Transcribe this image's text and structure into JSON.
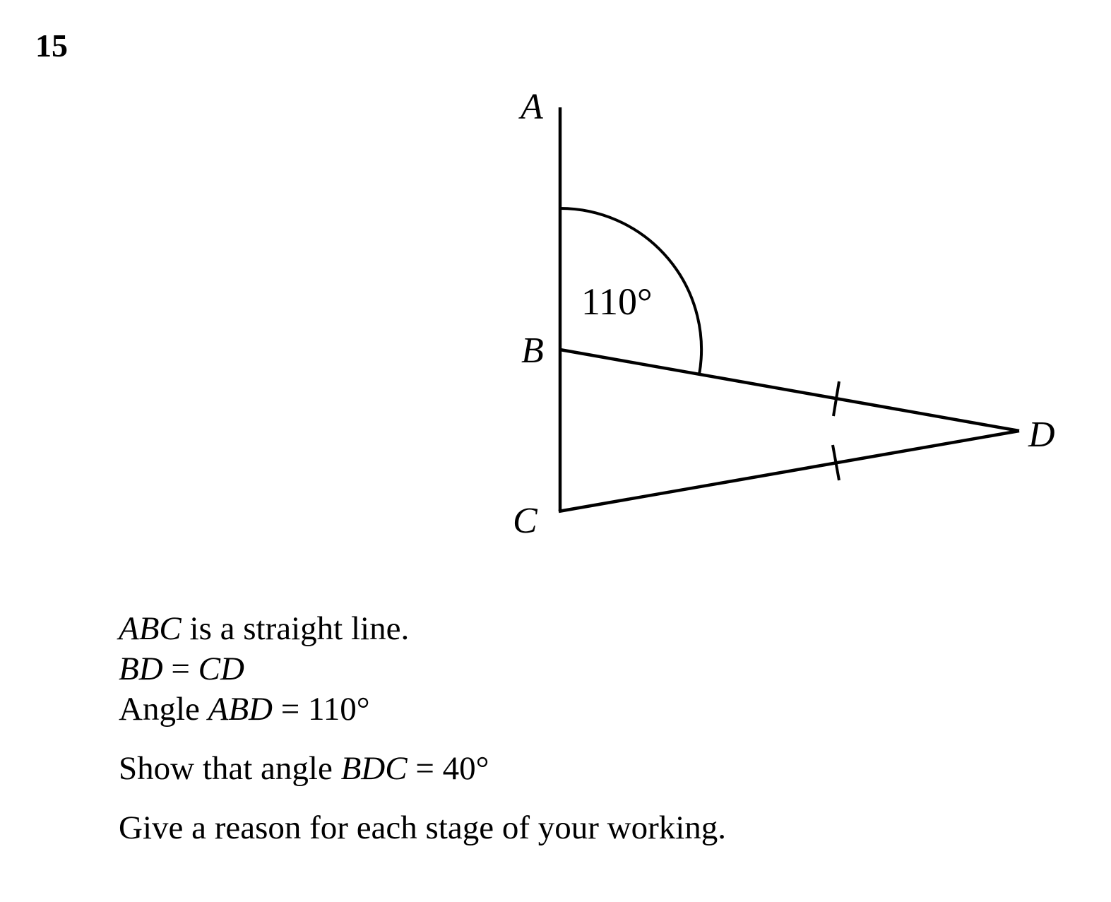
{
  "question": {
    "number": "15"
  },
  "diagram": {
    "vertices": {
      "A": "A",
      "B": "B",
      "C": "C",
      "D": "D"
    },
    "angle_label": "110°"
  },
  "statements": {
    "line1": {
      "a": "ABC",
      "b": " is a straight line."
    },
    "line2": {
      "a": "BD",
      "b": " = ",
      "c": "CD"
    },
    "line3": {
      "a": "Angle ",
      "b": "ABD",
      "c": " = 110°"
    },
    "line4": {
      "a": "Show that angle ",
      "b": "BDC",
      "c": " = 40°"
    },
    "line5": {
      "a": "Give a reason for each stage of your working."
    }
  }
}
